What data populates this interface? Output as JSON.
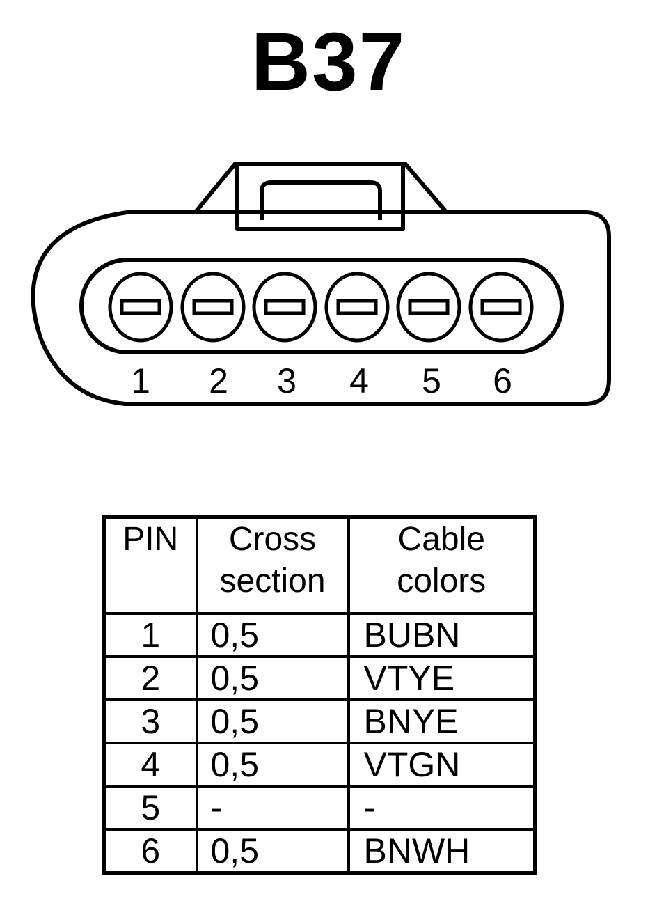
{
  "title": "B37",
  "connector": {
    "pin_labels": [
      "1",
      "2",
      "3",
      "4",
      "5",
      "6"
    ]
  },
  "table": {
    "headers": {
      "pin": "PIN",
      "cross_section": [
        "Cross",
        "section"
      ],
      "cable_colors": [
        "Cable",
        "colors"
      ]
    },
    "rows": [
      {
        "pin": "1",
        "cross_section": "0,5",
        "cable_colors": "BUBN"
      },
      {
        "pin": "2",
        "cross_section": "0,5",
        "cable_colors": "VTYE"
      },
      {
        "pin": "3",
        "cross_section": "0,5",
        "cable_colors": "BNYE"
      },
      {
        "pin": "4",
        "cross_section": "0,5",
        "cable_colors": "VTGN"
      },
      {
        "pin": "5",
        "cross_section": "-",
        "cable_colors": "-"
      },
      {
        "pin": "6",
        "cross_section": "0,5",
        "cable_colors": "BNWH"
      }
    ]
  }
}
